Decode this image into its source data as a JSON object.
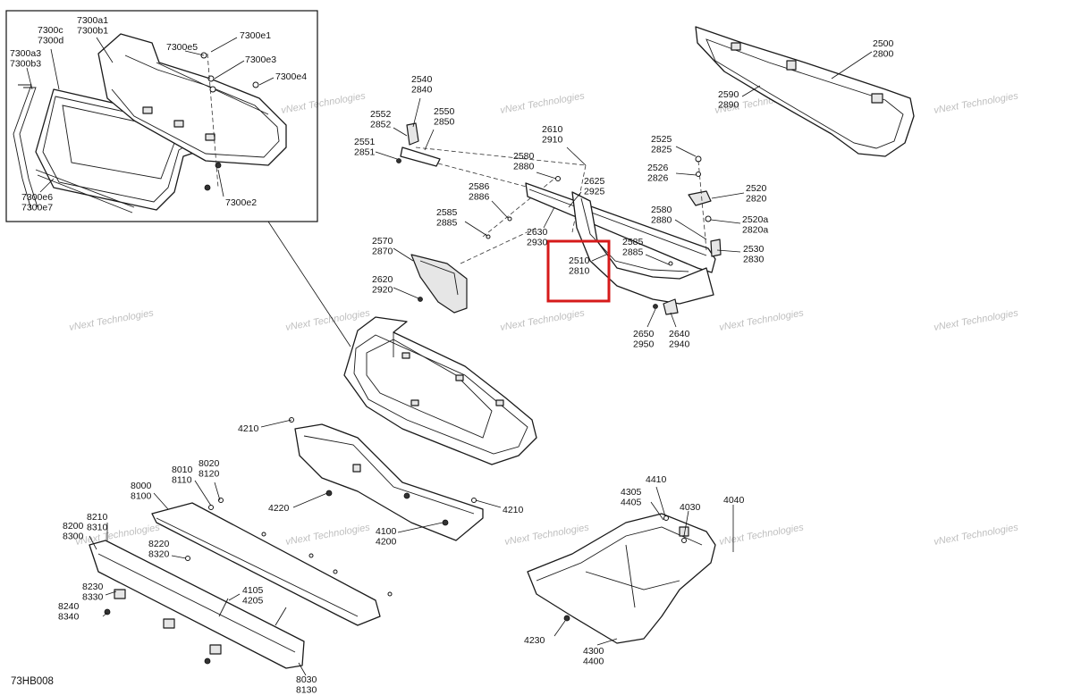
{
  "diagram_code": "73HB008",
  "watermark_text": "vNext Technologies",
  "highlight_color": "#d61a1a",
  "labels": {
    "l7300a1": [
      "7300a1",
      "7300b1"
    ],
    "l7300c": [
      "7300c",
      "7300d"
    ],
    "l7300a3": [
      "7300a3",
      "7300b3"
    ],
    "l7300e5": [
      "7300e5"
    ],
    "l7300e1": [
      "7300e1"
    ],
    "l7300e3": [
      "7300e3"
    ],
    "l7300e4": [
      "7300e4"
    ],
    "l7300e6": [
      "7300e6",
      "7300e7"
    ],
    "l7300e2": [
      "7300e2"
    ],
    "l2540": [
      "2540",
      "2840"
    ],
    "l2552": [
      "2552",
      "2852"
    ],
    "l2550": [
      "2550",
      "2850"
    ],
    "l2551": [
      "2551",
      "2851"
    ],
    "l2610": [
      "2610",
      "2910"
    ],
    "l2580a": [
      "2580",
      "2880"
    ],
    "l2586": [
      "2586",
      "2886"
    ],
    "l2585a": [
      "2585",
      "2885"
    ],
    "l2625": [
      "2625",
      "2925"
    ],
    "l2630": [
      "2630",
      "2930"
    ],
    "l2570": [
      "2570",
      "2870"
    ],
    "l2620": [
      "2620",
      "2920"
    ],
    "l2510": [
      "2510",
      "2810"
    ],
    "l2585b": [
      "2585",
      "2885"
    ],
    "l2650": [
      "2650",
      "2950"
    ],
    "l2640": [
      "2640",
      "2940"
    ],
    "l2525": [
      "2525",
      "2825"
    ],
    "l2526": [
      "2526",
      "2826"
    ],
    "l2520": [
      "2520",
      "2820"
    ],
    "l2580b": [
      "2580",
      "2880"
    ],
    "l2520a": [
      "2520a",
      "2820a"
    ],
    "l2530": [
      "2530",
      "2830"
    ],
    "l2590": [
      "2590",
      "2890"
    ],
    "l2500": [
      "2500",
      "2800"
    ],
    "l4210a": [
      "4210"
    ],
    "l4210b": [
      "4210"
    ],
    "l4220": [
      "4220"
    ],
    "l4100": [
      "4100",
      "4200"
    ],
    "l8010": [
      "8010",
      "8110"
    ],
    "l8020": [
      "8020",
      "8120"
    ],
    "l8000": [
      "8000",
      "8100"
    ],
    "l8210": [
      "8210",
      "8310"
    ],
    "l8200": [
      "8200",
      "8300"
    ],
    "l8220": [
      "8220",
      "8320"
    ],
    "l4105": [
      "4105",
      "4205"
    ],
    "l8230": [
      "8230",
      "8330"
    ],
    "l8240": [
      "8240",
      "8340"
    ],
    "l8030": [
      "8030",
      "8130"
    ],
    "l4410": [
      "4410"
    ],
    "l4305": [
      "4305",
      "4405"
    ],
    "l4030": [
      "4030"
    ],
    "l4040": [
      "4040"
    ],
    "l4230": [
      "4230"
    ],
    "l4300": [
      "4300",
      "4400"
    ]
  }
}
